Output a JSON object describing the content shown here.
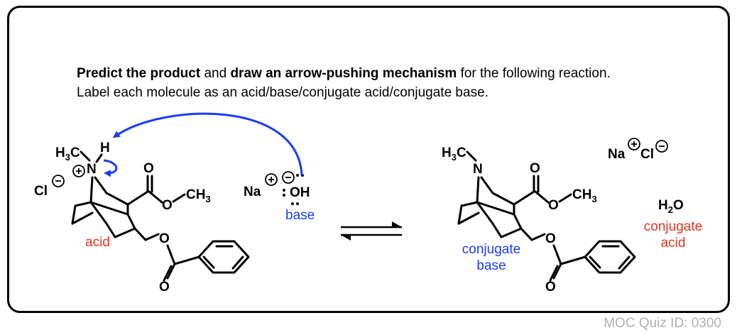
{
  "prompt": {
    "line1_bold_a": "Predict the product",
    "line1_mid": " and ",
    "line1_bold_b": "draw an arrow-pushing mechanism",
    "line1_end": " for the following reaction.",
    "line2": "Label each molecule as an acid/base/conjugate acid/conjugate base."
  },
  "reactant": {
    "chloride": "Cl",
    "h3c": "H",
    "h3c_sub": "3",
    "h3c_c": "C",
    "nitrogen": "N",
    "hydrogen": "H",
    "carbonyl_o": "O",
    "ester_o": "O",
    "ch3": "CH",
    "ch3_sub": "3",
    "ether_o": "O",
    "benzoate_o": "O",
    "label": "acid"
  },
  "base": {
    "na": "Na",
    "oh": "OH",
    "lone_pairs": "••",
    "label": "base"
  },
  "product": {
    "h3c": "H",
    "h3c_sub": "3",
    "h3c_c": "C",
    "nitrogen": "N",
    "carbonyl_o": "O",
    "ester_o": "O",
    "ch3": "CH",
    "ch3_sub": "3",
    "ether_o": "O",
    "benzoate_o": "O",
    "label_line1": "conjugate",
    "label_line2": "base"
  },
  "salt": {
    "na": "Na",
    "cl": "Cl"
  },
  "water": {
    "h": "H",
    "sub": "2",
    "o": "O",
    "label_line1": "conjugate",
    "label_line2": "acid"
  },
  "footer": {
    "quiz_id": "MOC Quiz ID: 0300"
  },
  "colors": {
    "acid_label": "#e8341c",
    "base_label": "#1a3cf5",
    "arrow": "#1a3cf5"
  }
}
